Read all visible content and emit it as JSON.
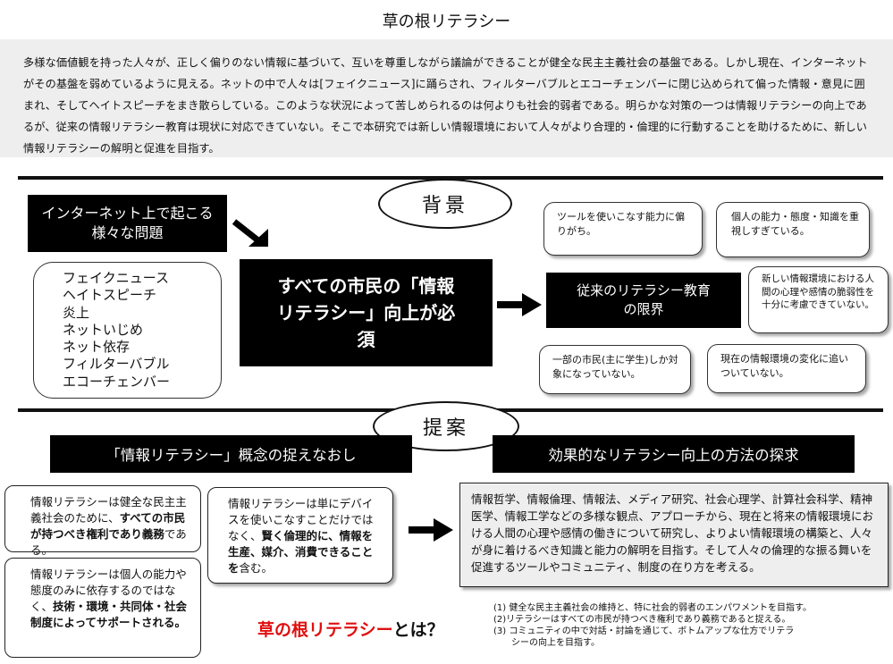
{
  "title": "草の根リテラシー",
  "intro": "多様な価値観を持った人々が、正しく偏りのない情報に基づいて、互いを尊重しながら議論ができることが健全な民主主義社会の基盤である。しかし現在、インターネットがその基盤を弱めているように見える。ネットの中で人々は[フェイクニュース]に踊らされ、フィルターバブルとエコーチェンバーに閉じ込められて偏った情報・意見に囲まれ、そしてヘイトスピーチをまき散らしている。このような状況によって苦しめられるのは何よりも社会的弱者である。明らかな対策の一つは情報リテラシーの向上であるが、従来の情報リテラシー教育は現状に対応できていない。そこで本研究では新しい情報環境において人々がより合理的・倫理的に行動することを助けるために、新しい情報リテラシーの解明と促進を目指す。",
  "background": {
    "heading": "背景",
    "problems_title": "インターネット上で起こる様々な問題",
    "problems": [
      "フェイクニュース",
      "ヘイトスピーチ",
      "炎上",
      "ネットいじめ",
      "ネット依存",
      "フィルターバブル",
      "エコーチェンバー"
    ],
    "center": "すべての市民の「情報リテラシー」向上が必須",
    "limits_title": "従来のリテラシー教育の限界",
    "limits": [
      "ツールを使いこなす能力に偏りがち。",
      "個人の能力・態度・知識を重視しすぎている。",
      "新しい情報環境における人間の心理や感情の脆弱性を十分に考慮できていない。",
      "一部の市民(主に学生)しか対象になっていない。",
      "現在の情報環境の変化に追いついていない。"
    ]
  },
  "proposal": {
    "heading": "提案",
    "left_title": "「情報リテラシー」概念の捉えなおし",
    "right_title": "効果的なリテラシー向上の方法の探求",
    "box1": {
      "pre": "情報リテラシーは健全な民主主義社会のために、",
      "bold": "すべての市民が持つべき権利であり義務",
      "post": "である。"
    },
    "box2": {
      "pre": "情報リテラシーは個人の能力や態度のみに依存するのではなく、",
      "bold": "技術・環境・共同体・社会制度によってサポートされる。",
      "post": ""
    },
    "box3": {
      "pre": "情報リテラシーは単にデバイスを使いこなすことだけではなく、",
      "bold": "賢く倫理的に、情報を生産、媒介、消費できることを",
      "post": "含む。"
    },
    "method": "情報哲学、情報倫理、情報法、メディア研究、社会心理学、計算社会科学、精神医学、情報工学などの多様な観点、アプローチから、現在と将来の情報環境における人間の心理や感情の働きについて研究し、よりよい情報環境の構築と、人々が身に着けるべき知識と能力の解明を目指す。そして人々の倫理的な振る舞いを促進するツールやコミュニティ、制度の在り方を考える。",
    "tagline_red": "草の根リテラシー",
    "tagline_black": "とは？",
    "notes": [
      "(1) 健全な民主主義社会の維持と、特に社会的弱者のエンパワメントを目指す。",
      "(2)リテラシーはすべての市民が持つべき権利であり義務であると捉える。",
      "(3) コミュニティの中で対話・討論を通じて、ボトムアップな仕方でリテラ",
      "シーの向上を目指す。"
    ]
  }
}
